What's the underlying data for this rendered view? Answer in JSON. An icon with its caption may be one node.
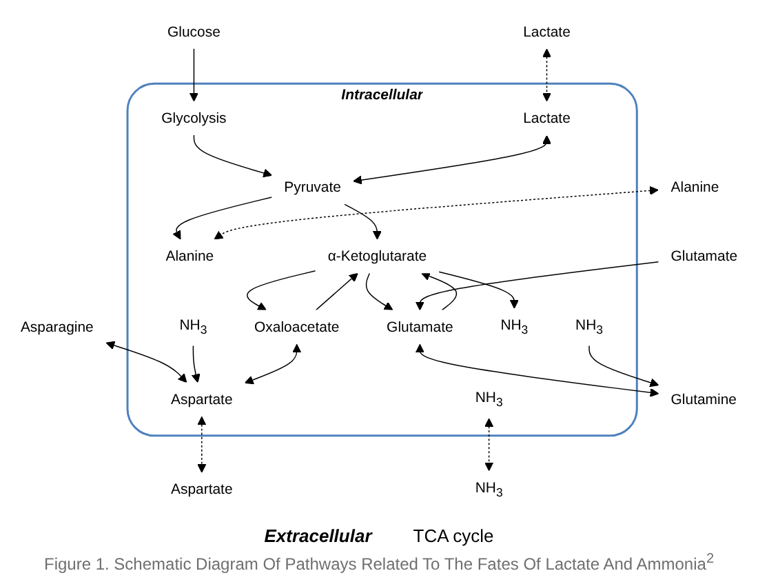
{
  "diagram": {
    "caption": "Figure 1. Schematic Diagram Of Pathways Related To The Fates Of Lactate And Ammonia$^{2}$",
    "nodes": [
      {
        "text": [
          "Glucose"
        ]
      },
      {
        "text": [
          "Intracellular"
        ]
      },
      {
        "text": [
          "Glycolysis"
        ],
        "in": 1
      },
      {
        "text": [
          "Lactate"
        ]
      },
      {
        "text": [
          "Lactate"
        ],
        "in": 1
      },
      {
        "text": [
          "Pyruvate"
        ],
        "in": 1
      },
      {
        "text": [
          "Asparagine"
        ]
      },
      {
        "text": [
          "Oxaloacetate"
        ],
        "in": 1
      },
      {
        "text": [
          "Alanine"
        ],
        "in": 1
      },
      {
        "text": [
          "Alanine"
        ]
      },
      {
        "text": [
          "NH$_{3}$"
        ],
        "in": 1
      },
      {
        "text": [
          "α-Ketoglutarate"
        ],
        "in": 1
      },
      {
        "text": [
          "Glutamate"
        ],
        "in": 1
      },
      {
        "text": [
          "Glutamate"
        ]
      },
      {
        "text": [
          "Aspartate"
        ]
      },
      {
        "text": [
          "Aspartate"
        ],
        "in": 1
      },
      {
        "text": [
          "NH$_{3}$"
        ],
        "in": 1
      },
      {
        "text": [
          "NH$_{3}$"
        ],
        "in": 1
      },
      {
        "text": [
          "Glutamine"
        ]
      },
      {
        "text": [
          "NH$_{3}$"
        ],
        "in": 1
      },
      {
        "text": [
          "NH$_{3}$"
        ]
      }
    ],
    "edges": [
      {
        "from": 0,
        "to": 2,
        "arrow": "to"
      },
      {
        "from": 2,
        "to": 5,
        "arrow": "to"
      },
      {
        "from": 3,
        "to": 4,
        "arrow": "both",
        "style": "dashed"
      },
      {
        "from": 4,
        "to": 5,
        "arrow": "both"
      },
      {
        "from": 5,
        "to": 8,
        "arrow": "to"
      },
      {
        "from": 5,
        "to": 11,
        "arrow": "to"
      },
      {
        "from": 7,
        "to": 11,
        "arrow": "to"
      },
      {
        "from": 11,
        "to": 7,
        "arrow": "to"
      },
      {
        "from": 6,
        "to": 15,
        "arrow": "both"
      },
      {
        "from": 10,
        "to": 15,
        "arrow": "to"
      },
      {
        "from": 15,
        "to": 14,
        "arrow": "both",
        "style": "dashed"
      },
      {
        "from": 7,
        "to": 15,
        "arrow": "both"
      },
      {
        "from": 9,
        "to": 8,
        "arrow": "both",
        "style": "dashed"
      },
      {
        "from": 12,
        "to": 11,
        "arrow": "to"
      },
      {
        "from": 11,
        "to": 12,
        "arrow": "to"
      },
      {
        "from": 11,
        "to": 16,
        "arrow": "to"
      },
      {
        "from": 13,
        "to": 12,
        "arrow": "to"
      },
      {
        "from": 12,
        "to": 18,
        "arrow": "both"
      },
      {
        "from": 17,
        "to": 18,
        "arrow": "to"
      },
      {
        "from": 19,
        "to": 20,
        "arrow": "both",
        "style": "dashed"
      }
    ],
    "labels": [
      "Extracellular",
      "TCA cycle"
    ]
  }
}
